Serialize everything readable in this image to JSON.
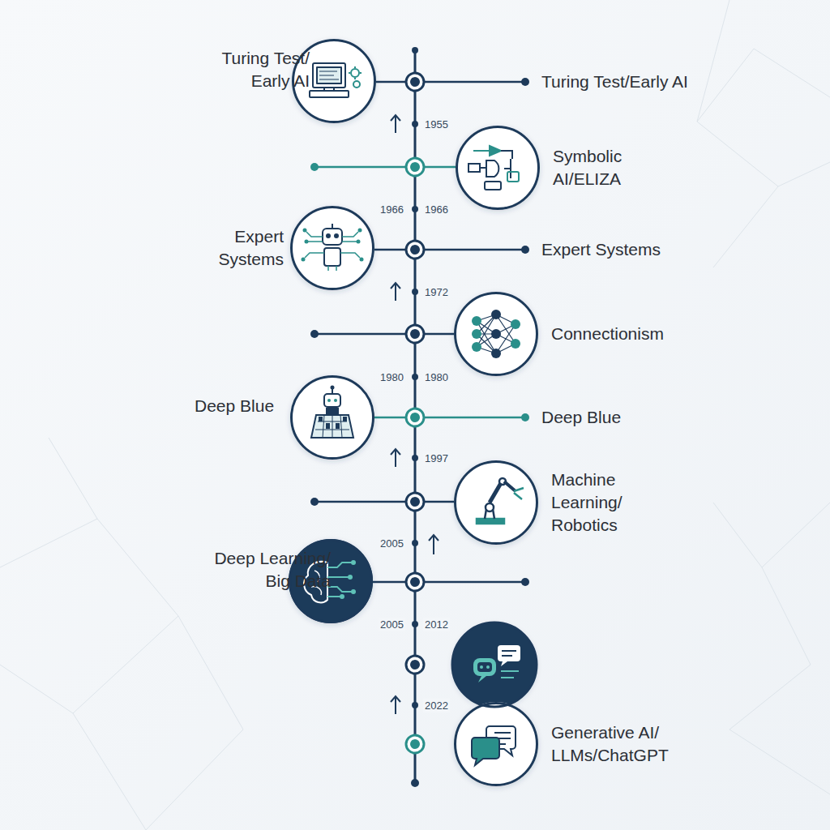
{
  "diagram": {
    "nodes": [
      {
        "text": [
          "Turing Test/ Early AI"
        ]
      },
      {
        "text": [
          "Symbolic AI/ELIZA"
        ]
      },
      {
        "text": [
          "Expert Systems"
        ]
      },
      {
        "text": [
          "Connectionism"
        ]
      },
      {
        "text": [
          "Deep Blue"
        ]
      },
      {
        "text": [
          "Machine Learning/ Robotics"
        ]
      },
      {
        "text": [
          "Deep Learning/ Big Data"
        ]
      },
      {
        "text": [
          "Generative AI/ LLMs/ChatGPT"
        ]
      }
    ],
    "labels": [
      "Turing Test/Early AI",
      "1955",
      "1966",
      "1966",
      "Expert Systems",
      "1972",
      "1980",
      "1980",
      "Deep Blue",
      "1997",
      "2005",
      "2005",
      "2012",
      "2022"
    ]
  }
}
